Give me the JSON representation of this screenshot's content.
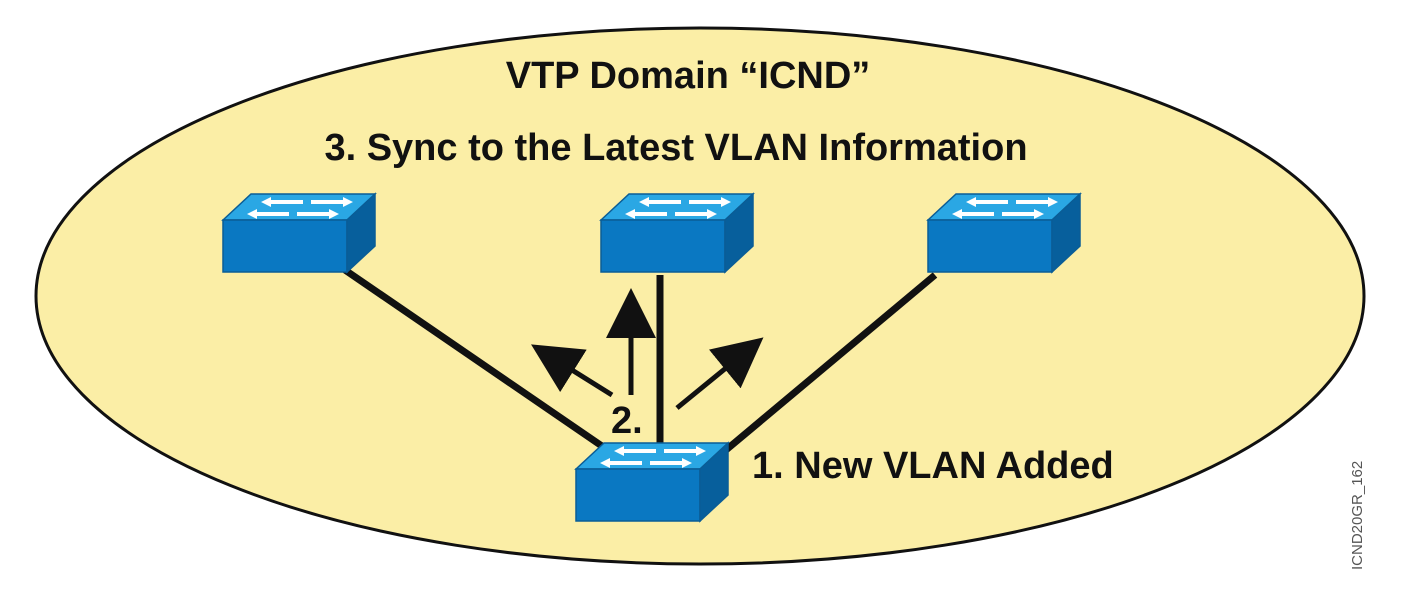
{
  "domain_title": "VTP Domain “ICND”",
  "step_sync": "3. Sync to the Latest VLAN Information",
  "step_advertise": "2.",
  "step_new_vlan": "1. New VLAN Added",
  "figure_code": "ICND20GR_162",
  "colors": {
    "domain_fill": "#fbeea6",
    "domain_stroke": "#111111",
    "switch_top": "#2aa7e4",
    "switch_front": "#0a78c2",
    "switch_side": "#075f9c",
    "link": "#111111"
  },
  "switches": [
    {
      "name": "switch-top-left",
      "icon": "switch-icon"
    },
    {
      "name": "switch-top-center",
      "icon": "switch-icon"
    },
    {
      "name": "switch-top-right",
      "icon": "switch-icon"
    },
    {
      "name": "switch-bottom-source",
      "icon": "switch-icon"
    }
  ]
}
